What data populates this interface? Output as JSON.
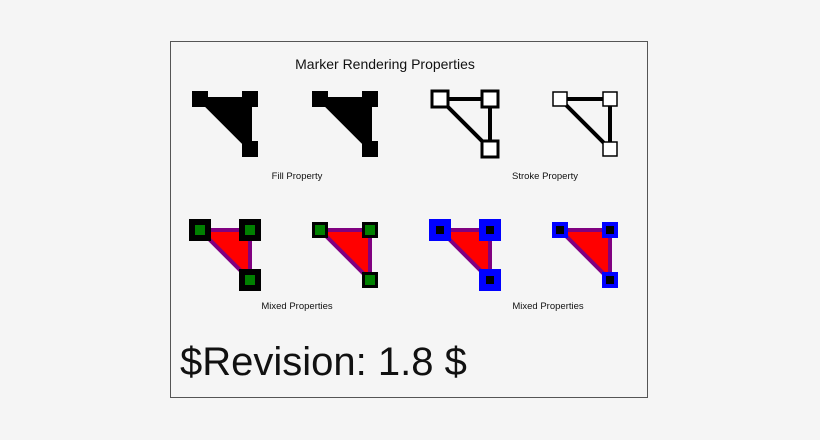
{
  "title": "Marker Rendering Properties",
  "captions": {
    "fill": "Fill Property",
    "stroke": "Stroke Property",
    "mixed_1": "Mixed Properties",
    "mixed_2": "Mixed Properties"
  },
  "revision": "$Revision: 1.8 $",
  "colors": {
    "background": "#f5f5f5",
    "black": "#000000",
    "white": "#ffffff",
    "red": "#ff0000",
    "purple": "#800080",
    "green": "#008000",
    "blue": "#0000ff"
  }
}
